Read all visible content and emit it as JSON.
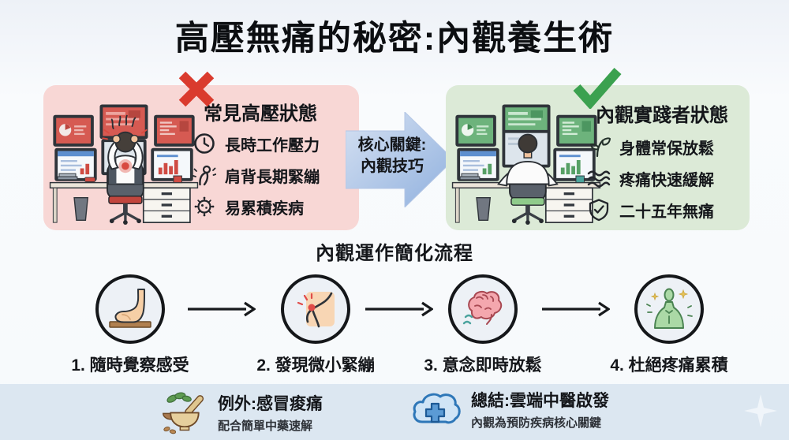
{
  "title": "高壓無痛的秘密:內觀養生術",
  "left_panel": {
    "status_icon": "x-mark-icon",
    "heading": "常見高壓狀態",
    "items": [
      {
        "icon": "clock-icon",
        "label": "長時工作壓力"
      },
      {
        "icon": "hunched-posture-icon",
        "label": "肩背長期緊繃"
      },
      {
        "icon": "virus-icon",
        "label": "易累積疾病"
      }
    ]
  },
  "core_arrow": {
    "line1": "核心關鍵:",
    "line2": "內觀技巧"
  },
  "right_panel": {
    "status_icon": "check-mark-icon",
    "heading": "內觀實踐者狀態",
    "items": [
      {
        "icon": "sprout-icon",
        "label": "身體常保放鬆"
      },
      {
        "icon": "waves-icon",
        "label": "疼痛快速緩解"
      },
      {
        "icon": "shield-check-icon",
        "label": "二十五年無痛"
      }
    ]
  },
  "flow": {
    "heading": "內觀運作簡化流程",
    "steps": [
      {
        "icon": "foot-icon",
        "label": "1. 隨時覺察感受"
      },
      {
        "icon": "shoulder-pain-icon",
        "label": "2. 發現微小緊繃"
      },
      {
        "icon": "brain-icon",
        "label": "3. 意念即時放鬆"
      },
      {
        "icon": "relaxed-body-icon",
        "label": "4. 杜絕疼痛累積"
      }
    ]
  },
  "footer": {
    "exception": {
      "icon": "mortar-pestle-icon",
      "title": "例外:感冒痠痛",
      "subtitle": "配合簡單中藥速解"
    },
    "summary": {
      "icon": "cloud-plus-icon",
      "title": "總結:雲端中醫啟發",
      "subtitle": "內觀為預防疾病核心關鍵"
    }
  },
  "colors": {
    "x_mark": "#da3b2e",
    "check_mark": "#3ba14f",
    "stress_panel_bg": "#f8d7d5",
    "practice_panel_bg": "#dcead7",
    "core_arrow_blue": "#9db9e2",
    "footer_bar_bg": "#dce7f1",
    "pain_red": "#d84a40",
    "calm_green": "#6db37c"
  }
}
